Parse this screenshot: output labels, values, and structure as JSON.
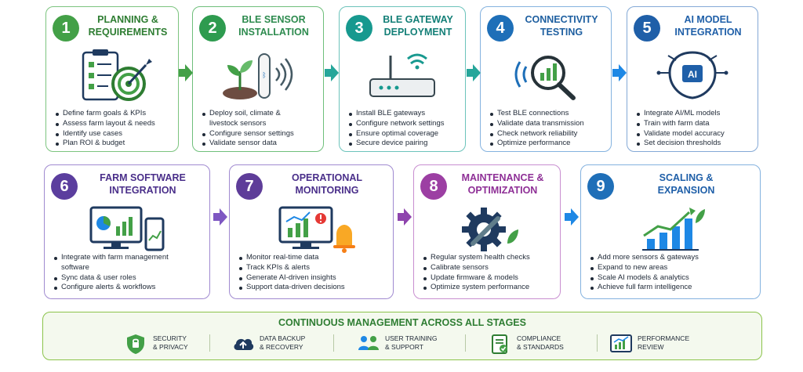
{
  "stages": [
    {
      "number": "1",
      "title": "PLANNING &\nREQUIREMENTS",
      "color": "#43a047",
      "bullets": [
        "Define farm goals & KPIs",
        "Assess farm layout & needs",
        "Identify use cases",
        "Plan ROI & budget"
      ]
    },
    {
      "number": "2",
      "title": "BLE SENSOR\nINSTALLATION",
      "color": "#2e9b4f",
      "bullets": [
        "Deploy soil, climate &",
        "livestock sensors",
        "Configure sensor settings",
        "Validate sensor data"
      ]
    },
    {
      "number": "3",
      "title": "BLE GATEWAY\nDEPLOYMENT",
      "color": "#17998f",
      "bullets": [
        "Install BLE gateways",
        "Configure network settings",
        "Ensure optimal coverage",
        "Secure device pairing"
      ]
    },
    {
      "number": "4",
      "title": "CONNECTIVITY\nTESTING",
      "color": "#1e6fb8",
      "bullets": [
        "Test BLE connections",
        "Validate data transmission",
        "Check network reliability",
        "Optimize performance"
      ]
    },
    {
      "number": "5",
      "title": "AI MODEL\nINTEGRATION",
      "color": "#1f5fa8",
      "bullets": [
        "Integrate AI/ML models",
        "Train with farm data",
        "Validate model accuracy",
        "Set decision thresholds"
      ]
    },
    {
      "number": "6",
      "title": "FARM SOFTWARE\nINTEGRATION",
      "color": "#5b3e9e",
      "bullets": [
        "Integrate with farm management",
        "software",
        "Sync data & user roles",
        "Configure alerts & workflows"
      ]
    },
    {
      "number": "7",
      "title": "OPERATIONAL\nMONITORING",
      "color": "#5e3d99",
      "bullets": [
        "Monitor real-time data",
        "Track KPIs & alerts",
        "Generate AI-driven insights",
        "Support data-driven decisions"
      ]
    },
    {
      "number": "8",
      "title": "MAINTENANCE &\nOPTIMIZATION",
      "color": "#9c3fa3",
      "bullets": [
        "Regular system health checks",
        "Calibrate sensors",
        "Update firmware & models",
        "Optimize system performance"
      ]
    },
    {
      "number": "9",
      "title": "SCALING &\nEXPANSION",
      "color": "#1f6fb8",
      "bullets": [
        "Add more sensors & gateways",
        "Expand to new areas",
        "Scale AI models & analytics",
        "Achieve full farm intelligence"
      ]
    }
  ],
  "illustration_labels": {
    "ai_chip": "AI"
  },
  "management": {
    "title": "CONTINUOUS MANAGEMENT ACROSS ALL STAGES",
    "items": [
      {
        "label": "SECURITY\n& PRIVACY",
        "icon": "shield-icon"
      },
      {
        "label": "DATA BACKUP\n& RECOVERY",
        "icon": "cloud-backup-icon"
      },
      {
        "label": "USER TRAINING\n& SUPPORT",
        "icon": "users-icon"
      },
      {
        "label": "COMPLIANCE\n& STANDARDS",
        "icon": "compliance-icon"
      },
      {
        "label": "PERFORMANCE\nREVIEW",
        "icon": "performance-chart-icon"
      }
    ]
  },
  "colors": {
    "green": "#43a047",
    "teal": "#17998f",
    "blue": "#1e6fb8",
    "purple": "#5e3d99",
    "magenta": "#9c3fa3",
    "light_green_bg": "#f4f9ee"
  }
}
